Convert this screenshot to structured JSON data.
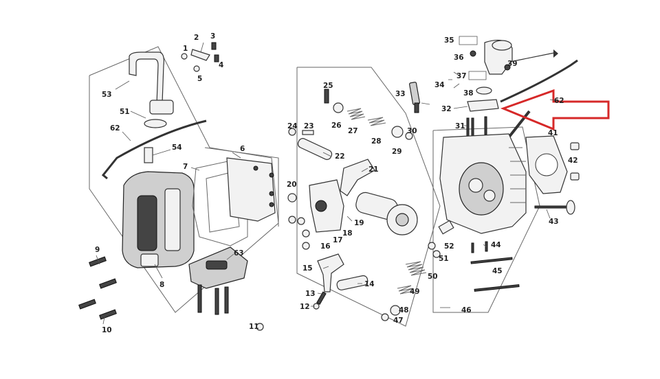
{
  "diagram": {
    "callouts": [
      "1",
      "2",
      "3",
      "4",
      "5",
      "6",
      "7",
      "8",
      "9",
      "10",
      "11",
      "12",
      "13",
      "14",
      "15",
      "16",
      "17",
      "18",
      "19",
      "20",
      "21",
      "22",
      "23",
      "24",
      "25",
      "26",
      "27",
      "28",
      "29",
      "30",
      "31",
      "32",
      "33",
      "34",
      "35",
      "36",
      "37",
      "38",
      "39",
      "41",
      "42",
      "43",
      "44",
      "45",
      "46",
      "47",
      "48",
      "49",
      "50",
      "51",
      "52",
      "53",
      "54",
      "62",
      "62",
      "63"
    ]
  },
  "colors": {
    "highlight_arrow": "#d62828",
    "lines": "#666666",
    "parts": "#333333"
  }
}
